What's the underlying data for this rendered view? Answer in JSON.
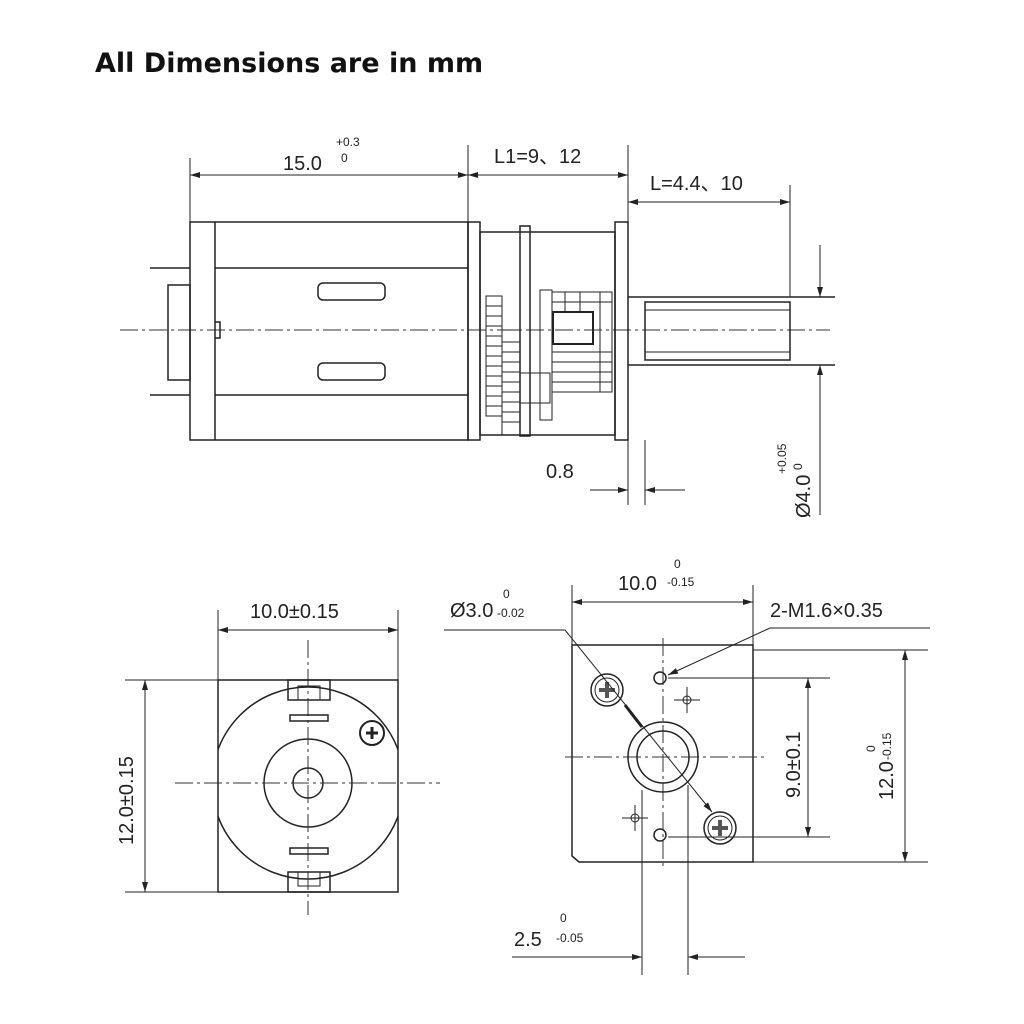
{
  "title": "All Dimensions are in mm",
  "side_view": {
    "body_length": {
      "nominal": "15.0",
      "upper": "+0.3",
      "lower": "0"
    },
    "gearbox_length": "L1=9、12",
    "shaft_length": "L=4.4、10",
    "flange_thickness": "0.8",
    "shaft_diameter": {
      "nominal": "Ø4.0",
      "upper": "+0.05",
      "lower": "0"
    }
  },
  "rear_view": {
    "width": "10.0±0.15",
    "height": "12.0±0.15"
  },
  "front_view": {
    "width": {
      "nominal": "10.0",
      "upper": "0",
      "lower": "-0.15"
    },
    "boss_diameter": {
      "nominal": "Ø3.0",
      "upper": "0",
      "lower": "-0.02"
    },
    "mount_holes": "2-M1.6×0.35",
    "hole_spacing": "9.0±0.1",
    "height": {
      "nominal": "12.0",
      "upper": "0",
      "lower": "-0.15"
    },
    "shaft_flat": {
      "nominal": "2.5",
      "upper": "0",
      "lower": "-0.05"
    }
  }
}
